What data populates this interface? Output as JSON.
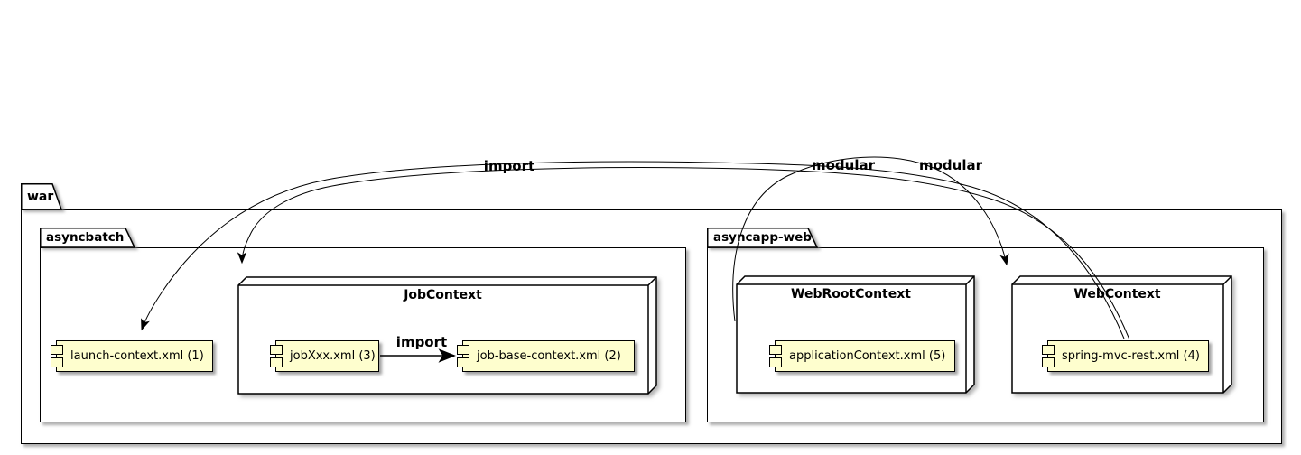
{
  "diagram_type": "plantuml-component-diagram",
  "packages": {
    "war": {
      "label": "war"
    },
    "asyncbatch": {
      "label": "asyncbatch"
    },
    "asyncapp_web": {
      "label": "asyncapp-web"
    }
  },
  "nodes": {
    "job_context": {
      "title": "JobContext"
    },
    "web_root_context": {
      "title": "WebRootContext"
    },
    "web_context": {
      "title": "WebContext"
    }
  },
  "components": {
    "launch_context": {
      "label": "launch-context.xml (1)"
    },
    "job_xxx": {
      "label": "jobXxx.xml (3)"
    },
    "job_base_context": {
      "label": "job-base-context.xml (2)"
    },
    "application_context": {
      "label": "applicationContext.xml (5)"
    },
    "spring_mvc_rest": {
      "label": "spring-mvc-rest.xml (4)"
    }
  },
  "edges": {
    "job_import": {
      "label": "import",
      "from": "jobXxx.xml (3)",
      "to": "job-base-context.xml (2)"
    },
    "rest_import": {
      "label": "import",
      "from": "spring-mvc-rest.xml (4)",
      "to": "launch-context.xml (1)"
    },
    "modular_job": {
      "label": "modular",
      "from": "spring-mvc-rest.xml (4)",
      "to": "JobContext"
    },
    "modular_web": {
      "label": "modular",
      "from": "WebRootContext",
      "to": "WebContext"
    }
  },
  "colors": {
    "component_fill": "#FEFECE",
    "line": "#000000",
    "background": "#FFFFFF"
  }
}
